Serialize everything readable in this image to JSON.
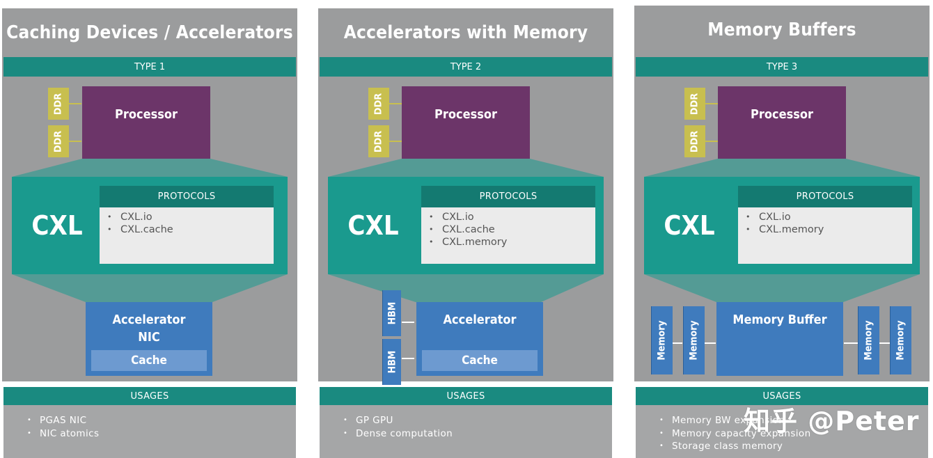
{
  "columns": [
    {
      "title": "Caching Devices / Accelerators",
      "type": "TYPE 1",
      "ddr_labels": [
        "DDR",
        "DDR"
      ],
      "processor": "Processor",
      "cxl": "CXL",
      "protocols_header": "PROTOCOLS",
      "protocols": [
        "CXL.io",
        "CXL.cache"
      ],
      "device_title": "Accelerator",
      "device_subtitle": "NIC",
      "device_cache": "Cache",
      "usages_header": "USAGES",
      "usages": [
        "PGAS NIC",
        "NIC atomics"
      ]
    },
    {
      "title": "Accelerators with Memory",
      "type": "TYPE 2",
      "ddr_labels": [
        "DDR",
        "DDR"
      ],
      "processor": "Processor",
      "cxl": "CXL",
      "protocols_header": "PROTOCOLS",
      "protocols": [
        "CXL.io",
        "CXL.cache",
        "CXL.memory"
      ],
      "device_title": "Accelerator",
      "device_cache": "Cache",
      "hbm_labels": [
        "HBM",
        "HBM"
      ],
      "usages_header": "USAGES",
      "usages": [
        "GP GPU",
        "Dense computation"
      ]
    },
    {
      "title": "Memory Buffers",
      "type": "TYPE 3",
      "ddr_labels": [
        "DDR",
        "DDR"
      ],
      "processor": "Processor",
      "cxl": "CXL",
      "protocols_header": "PROTOCOLS",
      "protocols": [
        "CXL.io",
        "CXL.memory"
      ],
      "device_title": "Memory Buffer",
      "memory_labels": [
        "Memory",
        "Memory",
        "Memory",
        "Memory"
      ],
      "usages_header": "USAGES",
      "usages": [
        "Memory BW expansion",
        "Memory capacity expansion",
        "Storage class memory"
      ]
    }
  ],
  "watermark": "知乎 @Peter",
  "colors": {
    "panel": "#9b9c9d",
    "teal": "#1a8a80",
    "cxl": "#1a9a8e",
    "processor": "#6c3569",
    "ddr": "#c8bf4f",
    "device": "#3f7bbd",
    "cache": "#6d9ad0"
  }
}
